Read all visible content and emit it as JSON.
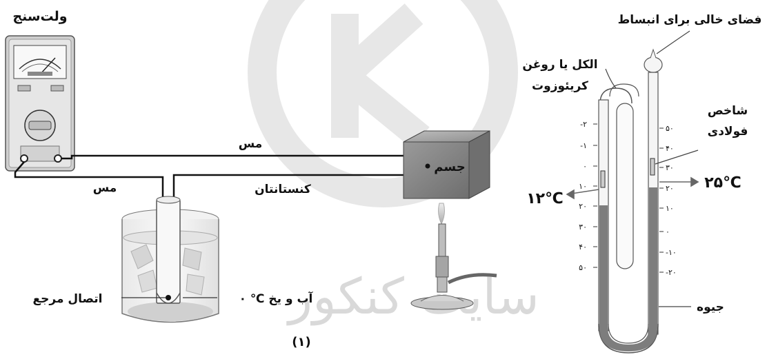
{
  "watermark": {
    "text": "سایت کنکور",
    "logo_color": "#cfcfcf"
  },
  "labels": {
    "voltmeter": "ولت‌سنج",
    "copper_top": "مس",
    "copper_left": "مس",
    "constantan": "کنستانتان",
    "body": "جسم",
    "reference_junction": "اتصال مرجع",
    "ice_water": "آب و یخ ℃ ۰",
    "figure_number": "(۱)",
    "expansion_space": "فضای خالی برای انبساط",
    "alcohol_line1": "الکل یا روغن",
    "alcohol_line2": "کریئوزوت",
    "steel_index_line1": "شاخص",
    "steel_index_line2": "فولادی",
    "temp_right": "۲۵℃",
    "temp_left": "۱۲℃",
    "mercury": "جیوه"
  },
  "scale_left": [
    "-۲",
    "-۱",
    "۰",
    "۱۰",
    "۲۰",
    "۳۰",
    "۴۰",
    "۵۰"
  ],
  "scale_right": [
    "۵۰",
    "۴۰",
    "۳۰",
    "۲۰",
    "۱۰",
    "۰",
    "-۱۰",
    "-۲۰"
  ],
  "colors": {
    "mercury": "#7d7d7d",
    "body_box": "#8a8a8a",
    "voltmeter_case": "#dcdcdc"
  }
}
